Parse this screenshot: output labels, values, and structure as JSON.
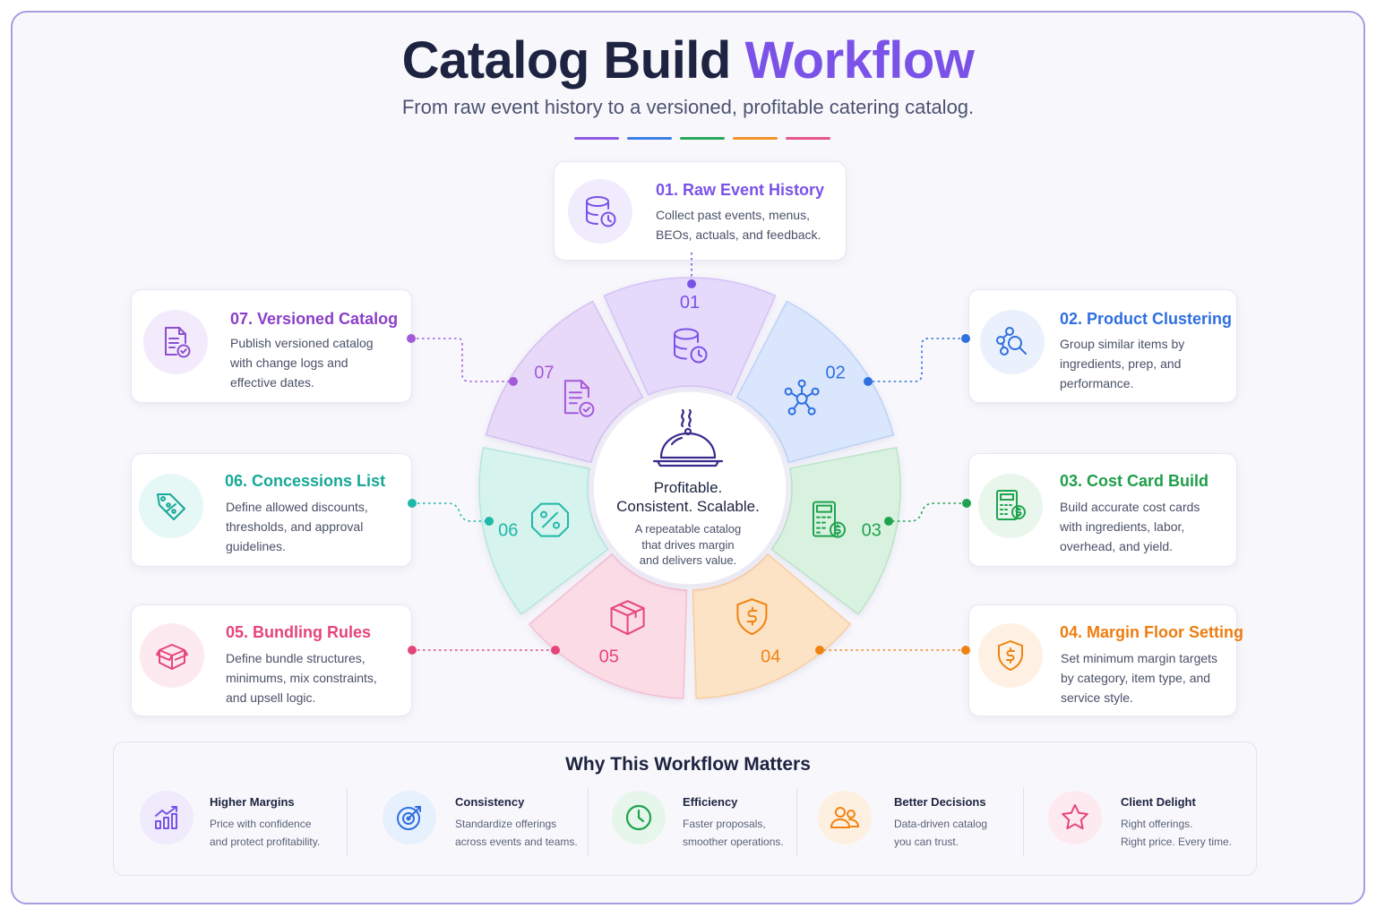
{
  "header": {
    "title_main": "Catalog Build",
    "title_accent": "Workflow",
    "subtitle": "From raw event history to a versioned, profitable catering catalog."
  },
  "colors": {
    "purple": "#7a52e8",
    "blue": "#2f6fe0",
    "green": "#1fa34f",
    "orange": "#f0820f",
    "pink": "#e6457a",
    "violet": "#a35ad8",
    "teal": "#1fb8a8"
  },
  "steps": [
    {
      "num": "01",
      "title": "01. Raw Event History",
      "desc": [
        "Collect past events, menus,",
        "BEOs, actuals, and feedback."
      ],
      "icon": "database-clock-icon"
    },
    {
      "num": "02",
      "title": "02. Product Clustering",
      "desc": [
        "Group similar items by",
        "ingredients, prep, and",
        "performance."
      ],
      "icon": "cluster-search-icon"
    },
    {
      "num": "03",
      "title": "03. Cost Card Build",
      "desc": [
        "Build accurate cost cards",
        "with ingredients, labor,",
        "overhead, and yield."
      ],
      "icon": "calculator-dollar-icon"
    },
    {
      "num": "04",
      "title": "04. Margin Floor Setting",
      "desc": [
        "Set minimum margin targets",
        "by category, item type, and",
        "service style."
      ],
      "icon": "shield-dollar-icon"
    },
    {
      "num": "05",
      "title": "05. Bundling Rules",
      "desc": [
        "Define bundle structures,",
        "minimums, mix constraints,",
        "and upsell logic."
      ],
      "icon": "box-icon"
    },
    {
      "num": "06",
      "title": "06. Concessions List",
      "desc": [
        "Define allowed discounts,",
        "thresholds, and approval",
        "guidelines."
      ],
      "icon": "percent-tag-icon"
    },
    {
      "num": "07",
      "title": "07. Versioned Catalog",
      "desc": [
        "Publish versioned catalog",
        "with change logs and",
        "effective dates."
      ],
      "icon": "document-check-icon"
    }
  ],
  "center": {
    "headline": [
      "Profitable.",
      "Consistent. Scalable."
    ],
    "tagline": [
      "A repeatable catalog",
      "that drives margin",
      "and delivers value."
    ],
    "icon": "serving-cloche-icon"
  },
  "why": {
    "title": "Why This Workflow Matters",
    "items": [
      {
        "title": "Higher Margins",
        "desc": [
          "Price with confidence",
          "and protect profitability."
        ],
        "icon": "bar-chart-trend-icon"
      },
      {
        "title": "Consistency",
        "desc": [
          "Standardize offerings",
          "across events and teams."
        ],
        "icon": "target-icon"
      },
      {
        "title": "Efficiency",
        "desc": [
          "Faster proposals,",
          "smoother operations."
        ],
        "icon": "clock-icon"
      },
      {
        "title": "Better Decisions",
        "desc": [
          "Data-driven catalog",
          "you can trust."
        ],
        "icon": "users-icon"
      },
      {
        "title": "Client Delight",
        "desc": [
          "Right offerings.",
          "Right price. Every time."
        ],
        "icon": "star-icon"
      }
    ]
  }
}
